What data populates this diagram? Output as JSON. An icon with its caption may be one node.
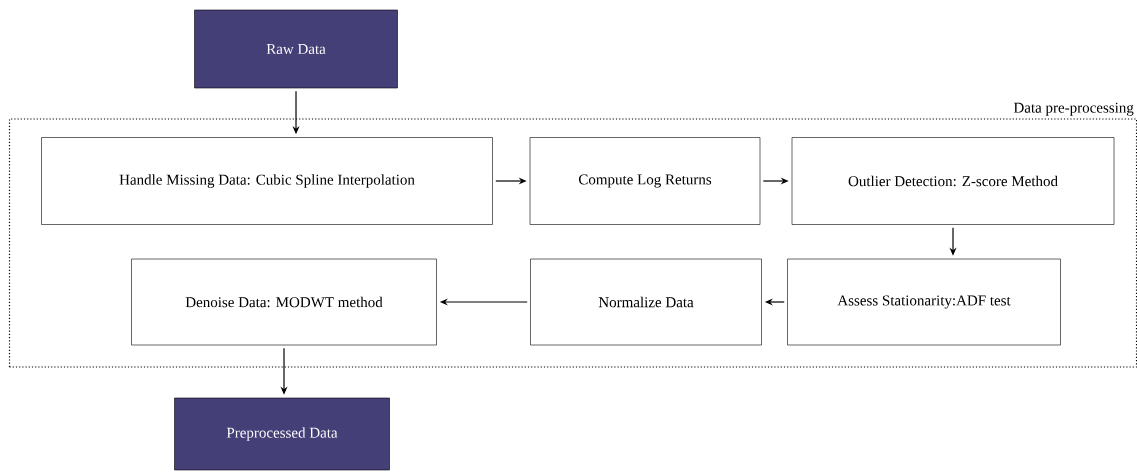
{
  "diagram": {
    "nodes": [
      {
        "text": [
          "Raw Data"
        ]
      },
      {
        "text": [
          "Data pre-processing"
        ]
      },
      {
        "text": [
          "Handle Missing Data: Cubic Spline Interpolation"
        ],
        "in": 1
      },
      {
        "text": [
          "Compute Log Returns"
        ],
        "in": 1
      },
      {
        "text": [
          "Outlier Detection: Z-score Method"
        ],
        "in": 1
      },
      {
        "text": [
          "Assess Stationarity:ADF test"
        ],
        "in": 1
      },
      {
        "text": [
          "Normalize Data"
        ],
        "in": 1
      },
      {
        "text": [
          "Denoise Data: MODWT method"
        ],
        "in": 1
      },
      {
        "text": [
          "Preprocessed Data"
        ]
      }
    ],
    "edges": [
      {
        "from": 0,
        "to": 2,
        "arrow": "to"
      },
      {
        "from": 2,
        "to": 3,
        "arrow": "to"
      },
      {
        "from": 3,
        "to": 4,
        "arrow": "to"
      },
      {
        "from": 4,
        "to": 5,
        "arrow": "to"
      },
      {
        "from": 5,
        "to": 6,
        "arrow": "to"
      },
      {
        "from": 6,
        "to": 7,
        "arrow": "to"
      },
      {
        "from": 7,
        "to": 8,
        "arrow": "to"
      }
    ]
  }
}
